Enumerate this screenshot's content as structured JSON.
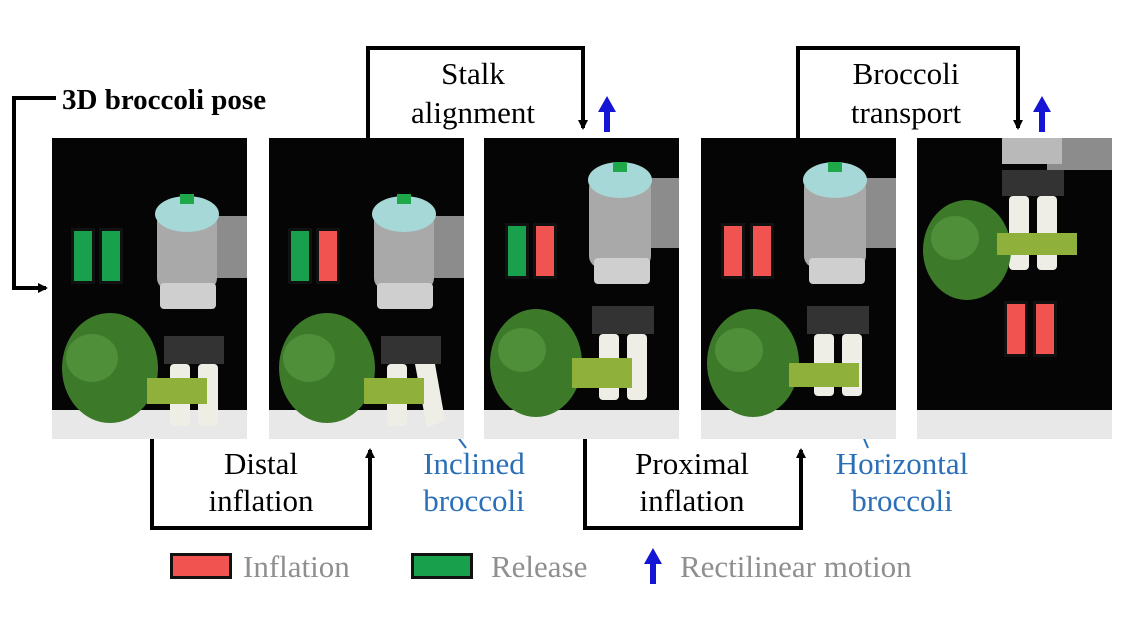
{
  "title": "3D broccoli pose",
  "steps": {
    "stalk_alignment": [
      "Stalk",
      "alignment"
    ],
    "broccoli_transport": [
      "Broccoli",
      "transport"
    ],
    "distal_inflation": [
      "Distal",
      "inflation"
    ],
    "proximal_inflation": [
      "Proximal",
      "inflation"
    ]
  },
  "annotations": {
    "inclined": [
      "Inclined",
      "broccoli"
    ],
    "horizontal": [
      "Horizontal",
      "broccoli"
    ]
  },
  "legend": {
    "inflation": "Inflation",
    "release": "Release",
    "rectilinear": "Rectilinear motion"
  },
  "colors": {
    "inflation": "#f05350",
    "release": "#18a04c",
    "arrow_motion": "#1515d6",
    "annotation": "#2a6fb8",
    "legend_text": "#8f8f8f"
  },
  "panels": [
    {
      "left_state": "release",
      "right_state": "release"
    },
    {
      "left_state": "release",
      "right_state": "inflation"
    },
    {
      "left_state": "release",
      "right_state": "inflation"
    },
    {
      "left_state": "inflation",
      "right_state": "inflation"
    },
    {
      "left_state": "inflation",
      "right_state": "inflation"
    }
  ]
}
